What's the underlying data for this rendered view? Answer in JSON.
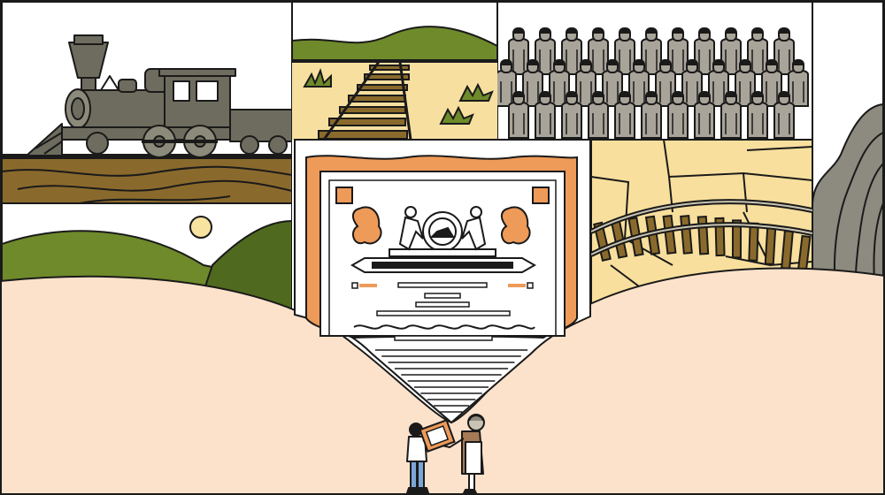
{
  "scene": {
    "panels": [
      {
        "id": "locomotive-panel",
        "subject": "steam-locomotive-icon"
      },
      {
        "id": "tracks-desert-panel",
        "subject": "railroad-tracks-icon"
      },
      {
        "id": "workers-panel",
        "subject": "crowd-of-workers-icon"
      },
      {
        "id": "hills-sun-panel",
        "subject": "sun-icon"
      },
      {
        "id": "stock-certificate-panel",
        "subject": "certificate-icon"
      },
      {
        "id": "map-tracks-panel",
        "subject": "map-railway-icon"
      },
      {
        "id": "rock-panel",
        "subject": "rock-cliff-icon"
      }
    ],
    "figures": [
      "person-left-icon",
      "person-right-icon",
      "framed-picture-icon"
    ]
  },
  "colors": {
    "outline": "#1a1a1a",
    "engine": "#6e6c5e",
    "engine_light": "#8c8a7a",
    "soil": "#8a6a2c",
    "sand": "#f7df9f",
    "grass": "#6f8a2a",
    "grass_dark": "#4f6a1e",
    "tie": "#8a6a2c",
    "worker": "#a9a499",
    "sky": "#ffffff",
    "sun": "#f8e3a0",
    "certificate_frame": "#ee9a58",
    "map": "#f8df9d",
    "rock": "#8d8a7f",
    "foreground": "#fde2cb",
    "shirt": "#ffffff",
    "pants": "#7aa6d6",
    "coat": "#a57a56"
  }
}
